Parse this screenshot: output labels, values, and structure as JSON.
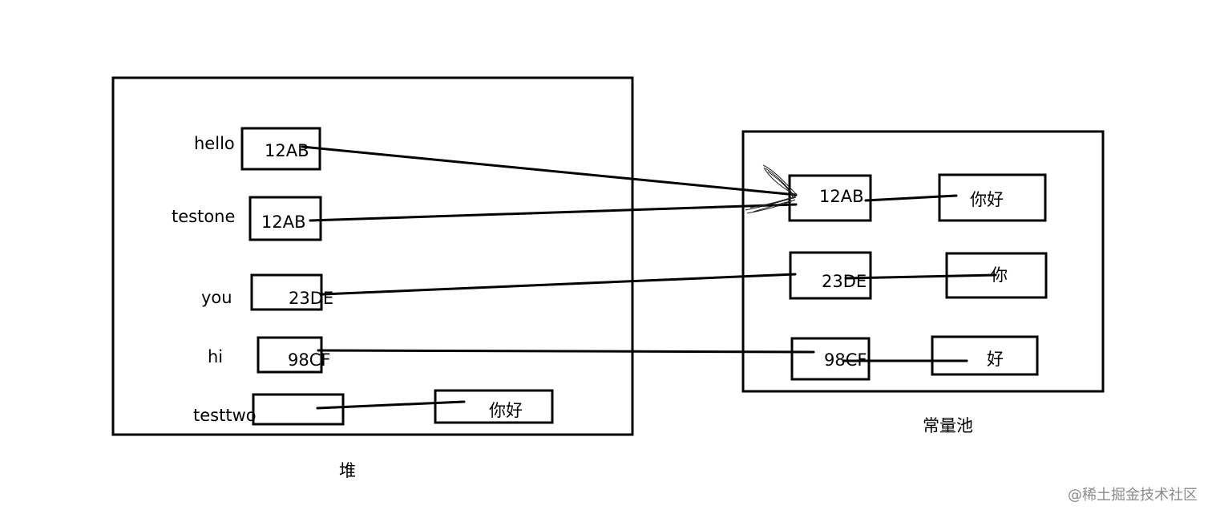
{
  "heap": {
    "caption": "堆",
    "variables": [
      {
        "name": "hello",
        "ref": "12AB"
      },
      {
        "name": "testone",
        "ref": "12AB"
      },
      {
        "name": "you",
        "ref": "23DE"
      },
      {
        "name": "hi",
        "ref": "98CF"
      },
      {
        "name": "testtwo",
        "ref": ""
      }
    ],
    "object_value": "你好"
  },
  "pool": {
    "caption": "常量池",
    "entries": [
      {
        "address": "12AB",
        "value": "你好"
      },
      {
        "address": "23DE",
        "value": "你"
      },
      {
        "address": "98CF",
        "value": "好"
      }
    ]
  },
  "watermark": "@稀土掘金技术社区"
}
